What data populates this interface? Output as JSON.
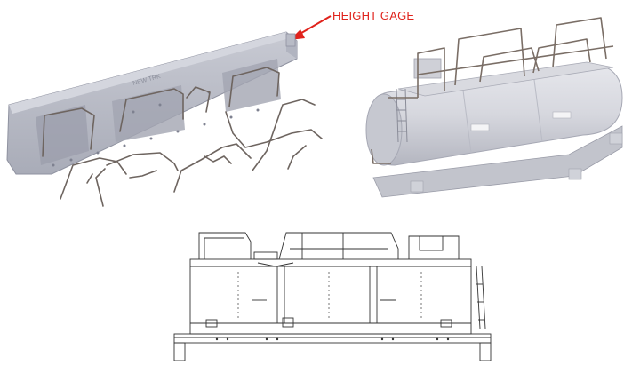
{
  "annotation": {
    "label": "HEIGHT GAGE",
    "color": "#e0231c"
  },
  "images": {
    "left_photo": "gray jig fixture with bent handrail wires (height gage)",
    "right_photo": "gray tank body with installed handrails and ladder",
    "drawing": "side elevation line drawing of tank with handrails"
  }
}
